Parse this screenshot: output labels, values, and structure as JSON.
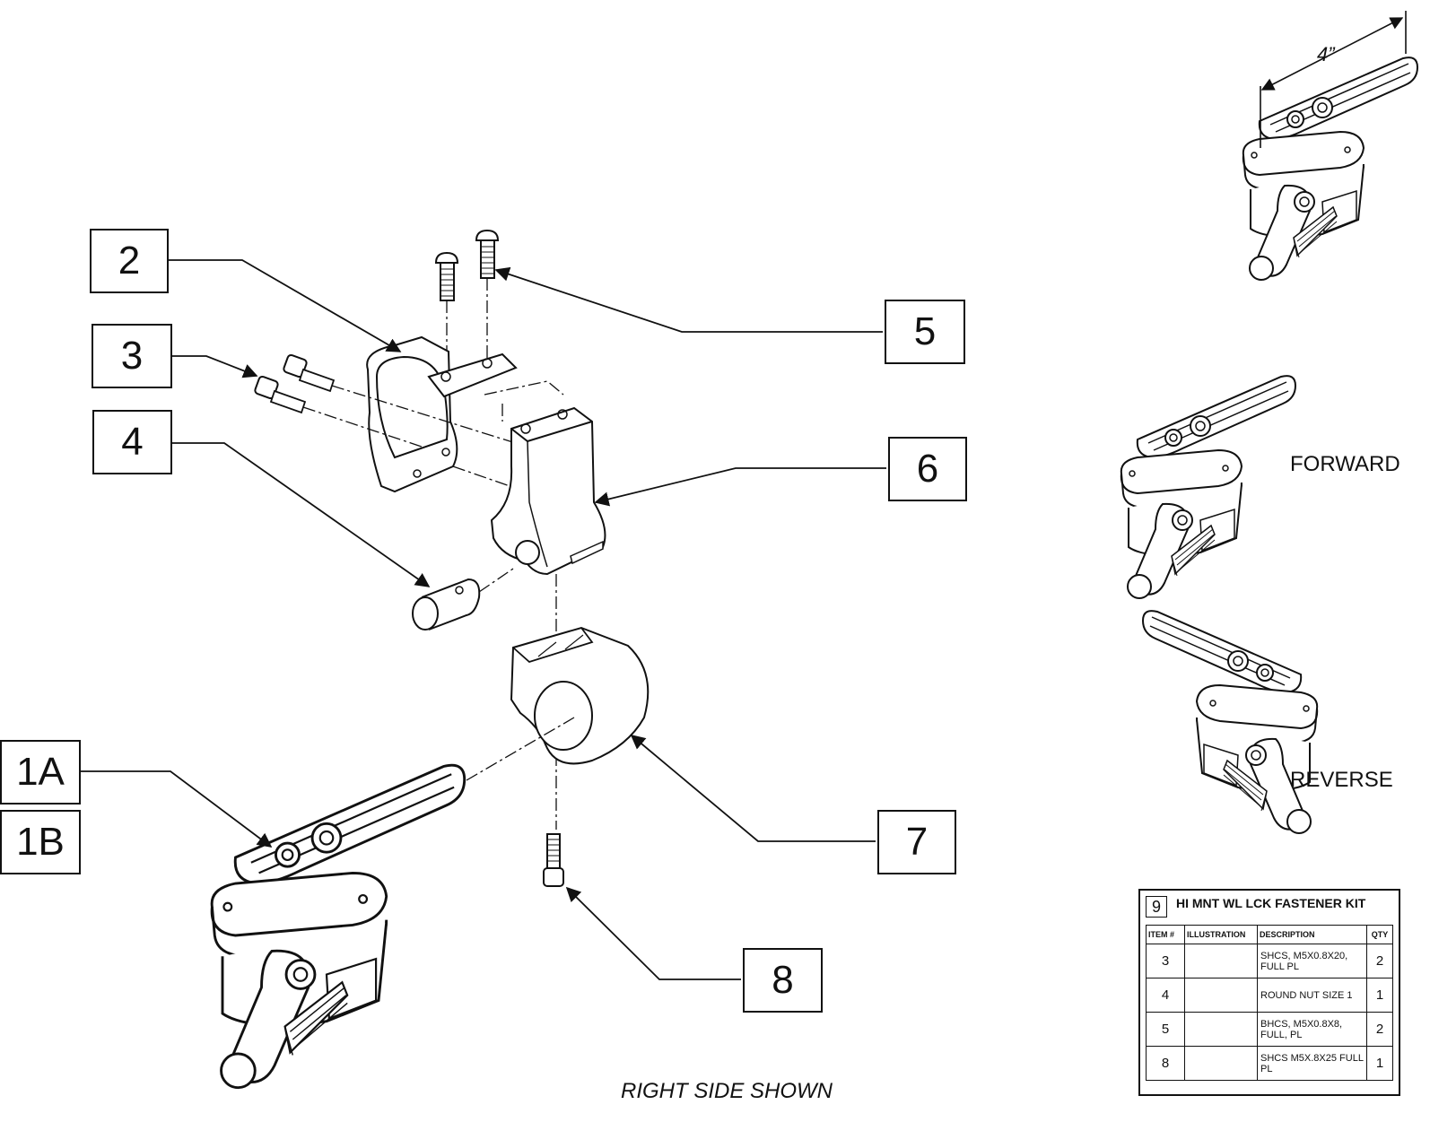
{
  "callouts": {
    "c2": "2",
    "c3": "3",
    "c4": "4",
    "c5": "5",
    "c6": "6",
    "c7": "7",
    "c8": "8",
    "c1a": "1A",
    "c1b": "1B"
  },
  "dimension": "4”",
  "views": {
    "forward": "FORWARD",
    "reverse": "REVERSE"
  },
  "caption": "RIGHT SIDE SHOWN",
  "kit": {
    "number": "9",
    "title": "HI MNT WL LCK FASTENER KIT",
    "headers": [
      "ITEM #",
      "ILLUSTRATION",
      "DESCRIPTION",
      "QTY"
    ],
    "rows": [
      {
        "item": "3",
        "icon": "socket-head-screw-icon",
        "description": "SHCS, M5X0.8X20, FULL PL",
        "qty": "2"
      },
      {
        "item": "4",
        "icon": "round-nut-icon",
        "description": "ROUND NUT SIZE 1",
        "qty": "1"
      },
      {
        "item": "5",
        "icon": "button-head-screw-icon",
        "description": "BHCS, M5X0.8X8, FULL, PL",
        "qty": "2"
      },
      {
        "item": "8",
        "icon": "socket-head-screw-icon",
        "description": "SHCS M5X.8X25 FULL PL",
        "qty": "1"
      }
    ]
  }
}
